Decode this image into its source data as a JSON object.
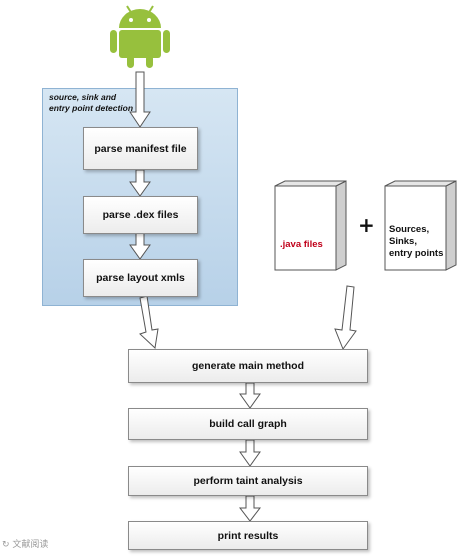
{
  "panel": {
    "caption_line1": "source, sink and",
    "caption_line2": "entry point detection"
  },
  "steps": {
    "parse_manifest": "parse manifest file",
    "parse_dex": "parse .dex files",
    "parse_layout": "parse layout xmls",
    "generate_main": "generate main method",
    "build_call_graph": "build call graph",
    "taint_analysis": "perform taint analysis",
    "print_results": "print results"
  },
  "docs": {
    "java_files": ".java files",
    "sources_line1": "Sources,",
    "sources_line2": "Sinks,",
    "sources_line3": "entry points"
  },
  "plus_sign": "+",
  "watermark": "文献阅读",
  "colors": {
    "java_text": "#c0001a",
    "android_green": "#97c03d"
  }
}
